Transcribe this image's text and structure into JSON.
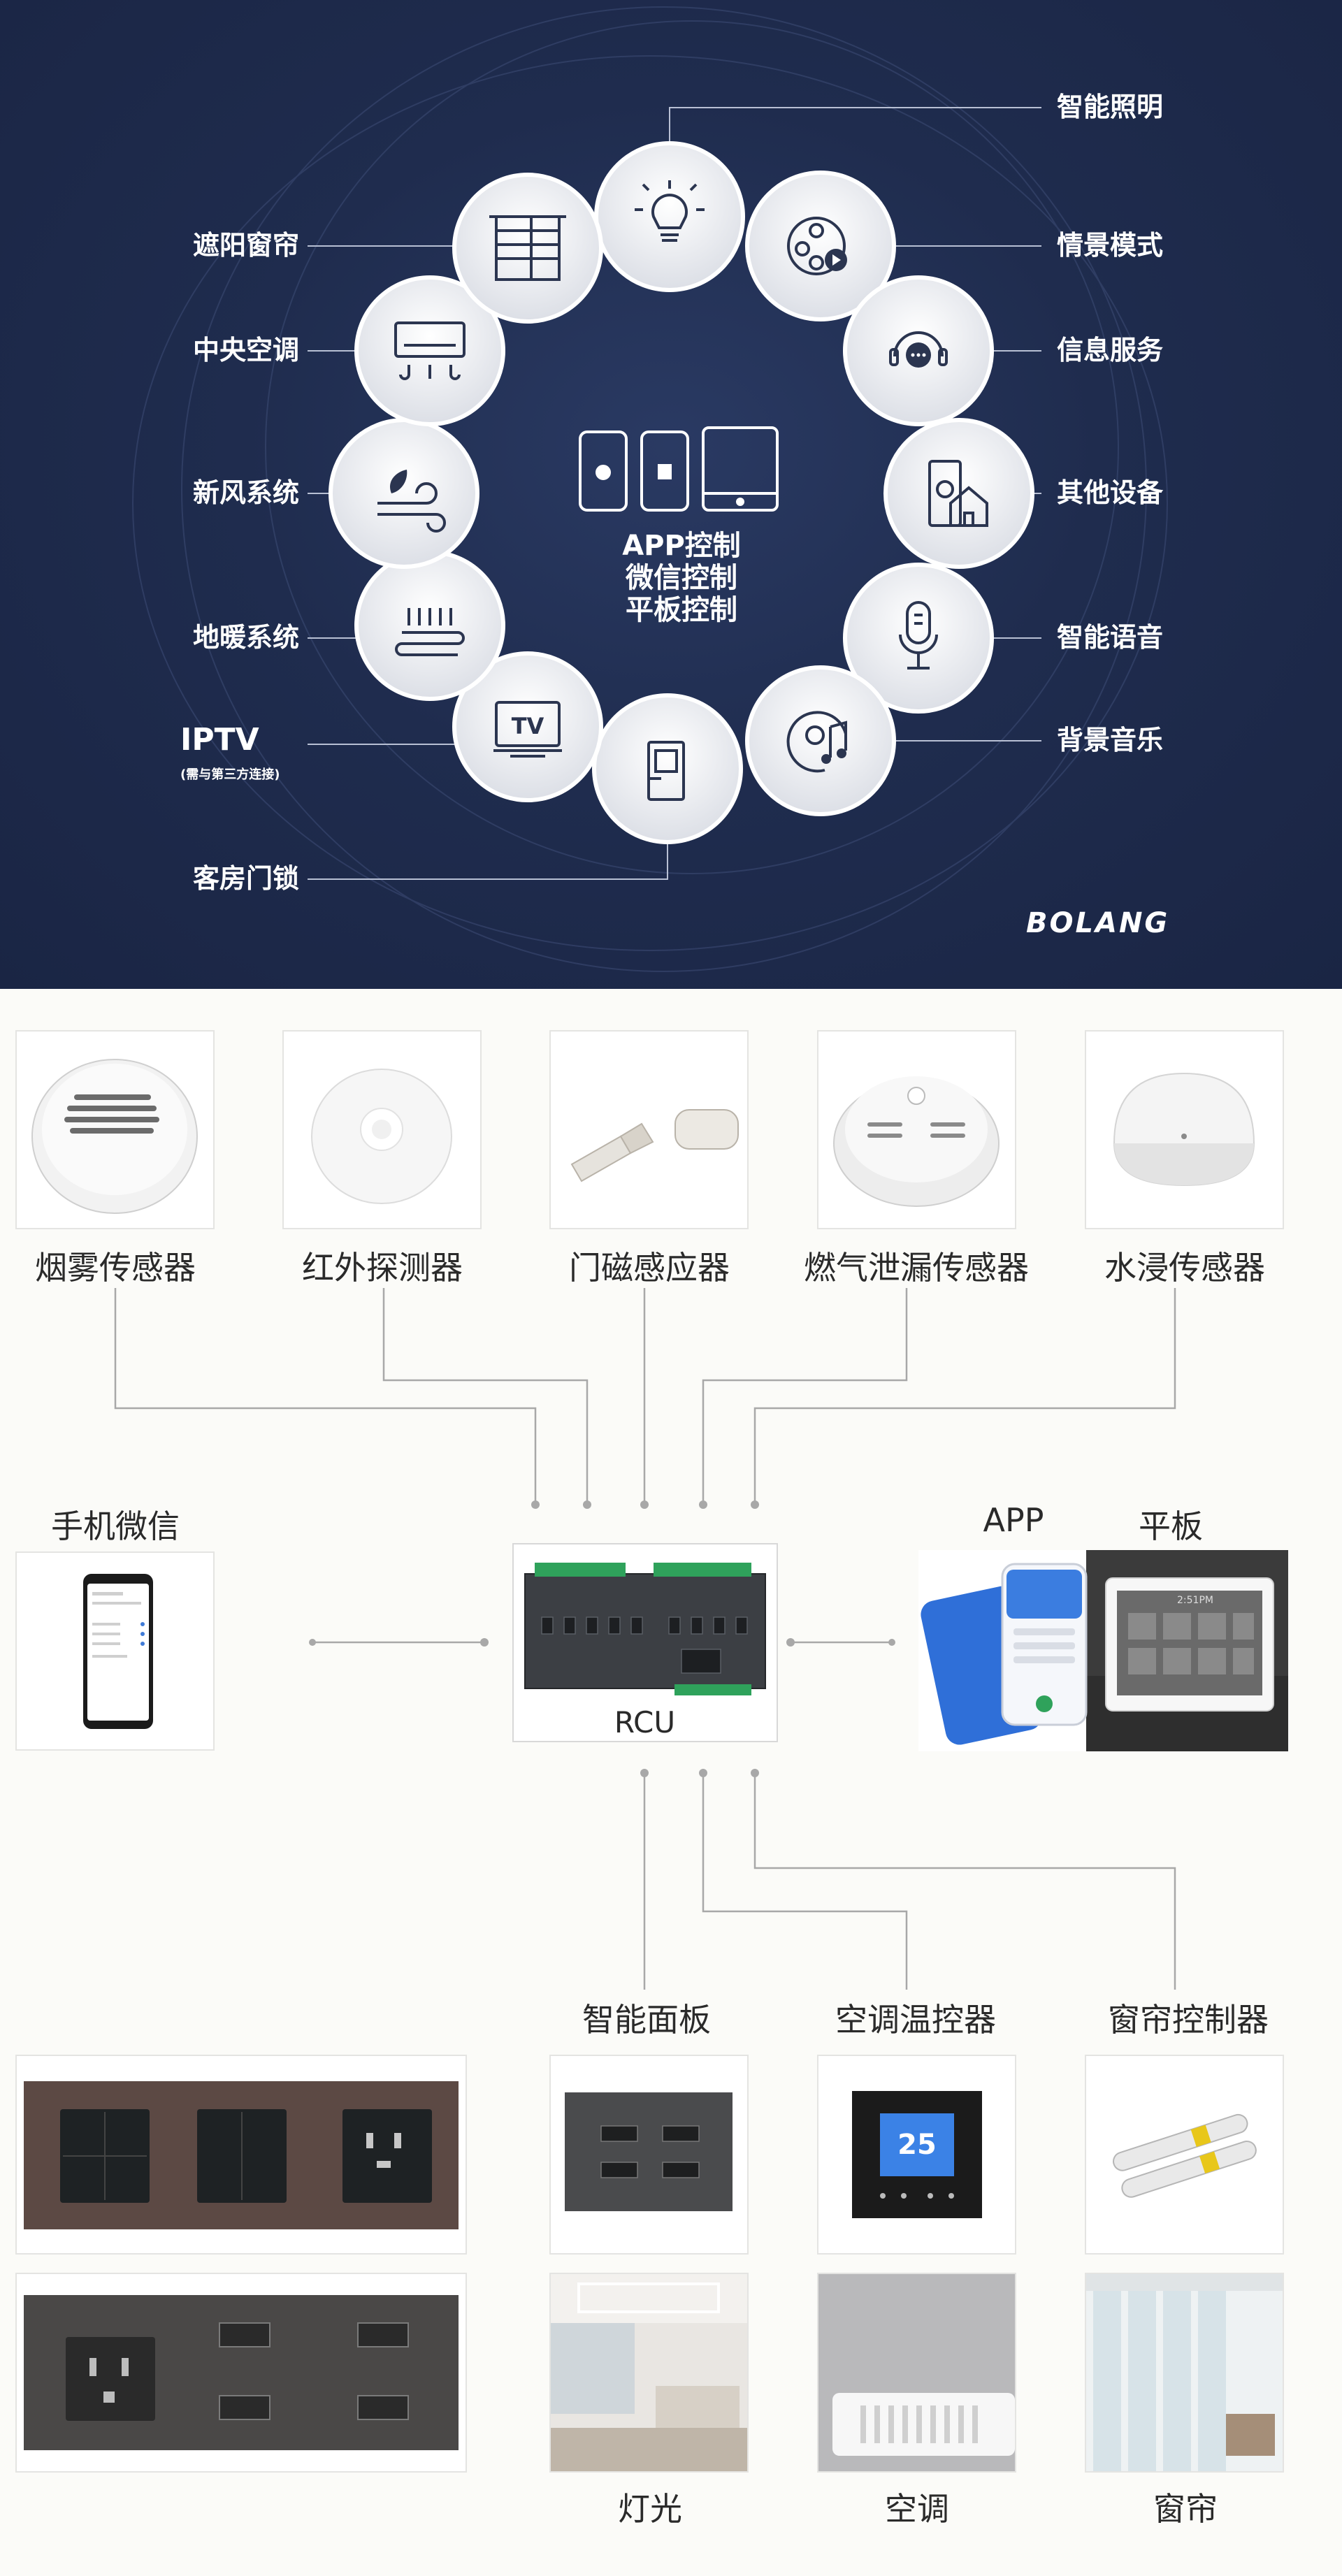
{
  "hero": {
    "center_lines": [
      "APP控制",
      "微信控制",
      "平板控制"
    ],
    "brand": "BOLANG",
    "features": {
      "lighting": "智能照明",
      "scene": "情景模式",
      "info": "信息服务",
      "other": "其他设备",
      "voice": "智能语音",
      "music": "背景音乐",
      "curtain": "遮阳窗帘",
      "ac": "中央空调",
      "fresh_air": "新风系统",
      "floor_heat": "地暖系统",
      "iptv": "IPTV",
      "iptv_note": "(需与第三方连接)",
      "door_lock": "客房门锁"
    }
  },
  "diagram": {
    "sensors": [
      "烟雾传感器",
      "红外探测器",
      "门磁感应器",
      "燃气泄漏传感器",
      "水浸传感器"
    ],
    "phone_label": "手机微信",
    "app_label": "APP",
    "tablet_label": "平板",
    "rcu_label": "RCU",
    "outputs": [
      "智能面板",
      "空调温控器",
      "窗帘控制器"
    ],
    "bottom": [
      "灯光",
      "空调",
      "窗帘"
    ],
    "tablet_screen": "2:51PM",
    "thermostat_value": "25"
  },
  "colors": {
    "hero_bg": "#1f2c4e",
    "line": "#9a9a9a",
    "icon_stroke": "#2b3550"
  }
}
